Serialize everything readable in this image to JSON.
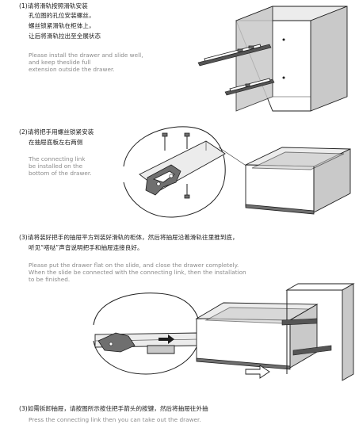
{
  "steps": [
    {
      "zh": [
        "(1)请将滑轨按照滑轨安装",
        "孔位图的孔位安装螺丝，",
        "螺丝锁紧滑轨在柜体上，",
        "让后将滑轨拉出至全展状态"
      ],
      "en": [
        "Please install the drawer and slide well,",
        "and keep theslide full",
        "extension outside the drawer."
      ]
    },
    {
      "zh": [
        "(2)请将把手用螺丝锁紧安装",
        "在抽屉底板左右两侧"
      ],
      "en": [
        "The connecting link",
        "be installed on the",
        "bottom of the drawer."
      ]
    },
    {
      "zh": [
        "(3)请将装好把手的抽屉平方到装好滑轨的柜体，然后将抽屉沿着滑轨往里推到底，",
        "听见“嗒哒”声音说明把手和抽屉连接良好。"
      ],
      "en": [
        "Please put the drawer flat on the slide, and close the drawer completely.",
        "When the slide be connected with the connecting link, then the installation",
        "to be finished."
      ]
    },
    {
      "zh": [
        "(3)如需拆卸抽屉，请按图所示按住把手箭头的按键，然后将抽屉往外抽"
      ],
      "en": [
        "Press the connecting link then you can take out the drawer."
      ]
    }
  ],
  "colors": {
    "text": "#1a1a1a",
    "english_text": "#8a8a8a",
    "cabinet_gray": "#c9c9c9",
    "line": "#1e1e1e"
  }
}
